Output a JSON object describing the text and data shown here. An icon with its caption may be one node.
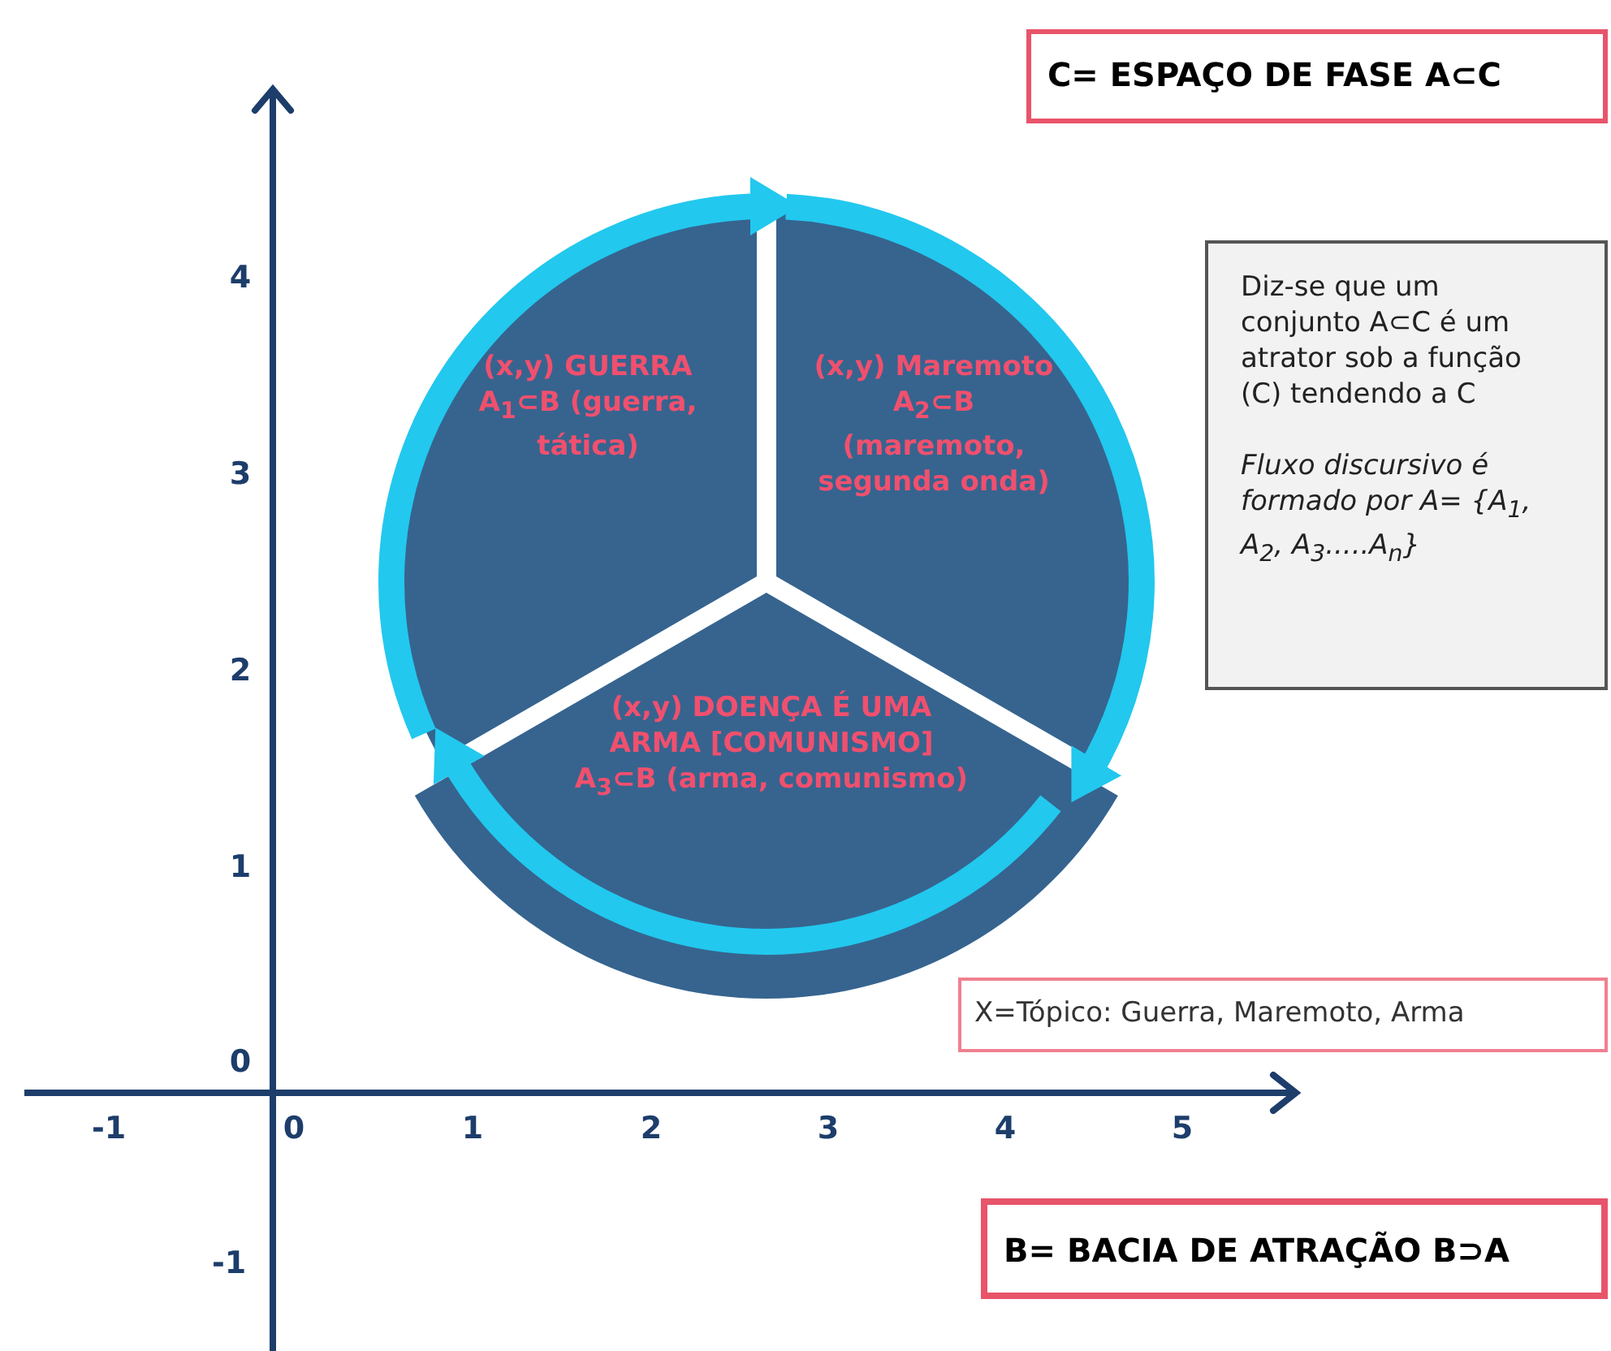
{
  "diagram": {
    "nodes": [
      {
        "text": [
          "(x,y) GUERRA A$_{1}$⊂B (guerra, tática)"
        ]
      },
      {
        "text": [
          "(x,y) Maremoto A$_{2}$⊂B (maremoto, segunda onda)"
        ]
      },
      {
        "text": [
          "(x,y) DOENÇA É UMA ARMA [COMUNISMO] A$_{3}$⊂B (arma, comunismo)"
        ]
      },
      {
        "text": [
          "C= ESPAÇO DE FASE A⊂C"
        ]
      },
      {
        "text": [
          "Diz-se que um conjunto A⊂C é um atrator sob a função (C) tendendo a C",
          "Fluxo discursivo é formado por A= {A$_{1}$, A$_{2}$, A$_{3}$.....A$_{n}$}"
        ]
      },
      {
        "text": [
          "X=Tópico: Guerra, Maremoto, Arma"
        ]
      },
      {
        "text": [
          "B= BACIA DE ATRAÇÃO B⊃A"
        ]
      }
    ],
    "edges": [
      {
        "from": 0,
        "to": 1,
        "arrow": "to"
      },
      {
        "from": 1,
        "to": 2,
        "arrow": "to"
      },
      {
        "from": 2,
        "to": 0,
        "arrow": "to"
      }
    ],
    "labels": [
      "4",
      "3",
      "2",
      "1",
      "0",
      "-1",
      "0",
      "1",
      "2",
      "3",
      "4",
      "5",
      "-1"
    ]
  }
}
